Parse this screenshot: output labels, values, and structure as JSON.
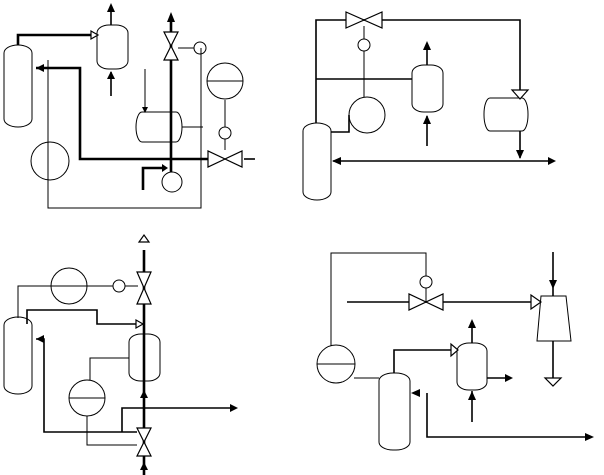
{
  "diagram": {
    "type": "process-flow-schematics",
    "panel_count": 4,
    "panels": [
      {
        "position": "top-left",
        "components": [
          "column",
          "reflux-drum",
          "condenser",
          "reboiler",
          "pump",
          "control-valve",
          "control-valve",
          "level-controller",
          "pressure-controller"
        ]
      },
      {
        "position": "top-right",
        "components": [
          "column",
          "control-valve",
          "controller",
          "flash-drum",
          "heat-exchanger",
          "condenser"
        ]
      },
      {
        "position": "bottom-left",
        "components": [
          "column",
          "heat-exchanger",
          "heat-exchanger",
          "control-valve",
          "control-valve",
          "controller",
          "drum"
        ]
      },
      {
        "position": "bottom-right",
        "components": [
          "column",
          "heat-exchanger",
          "drum",
          "control-valve",
          "controller",
          "compressor"
        ]
      }
    ]
  }
}
